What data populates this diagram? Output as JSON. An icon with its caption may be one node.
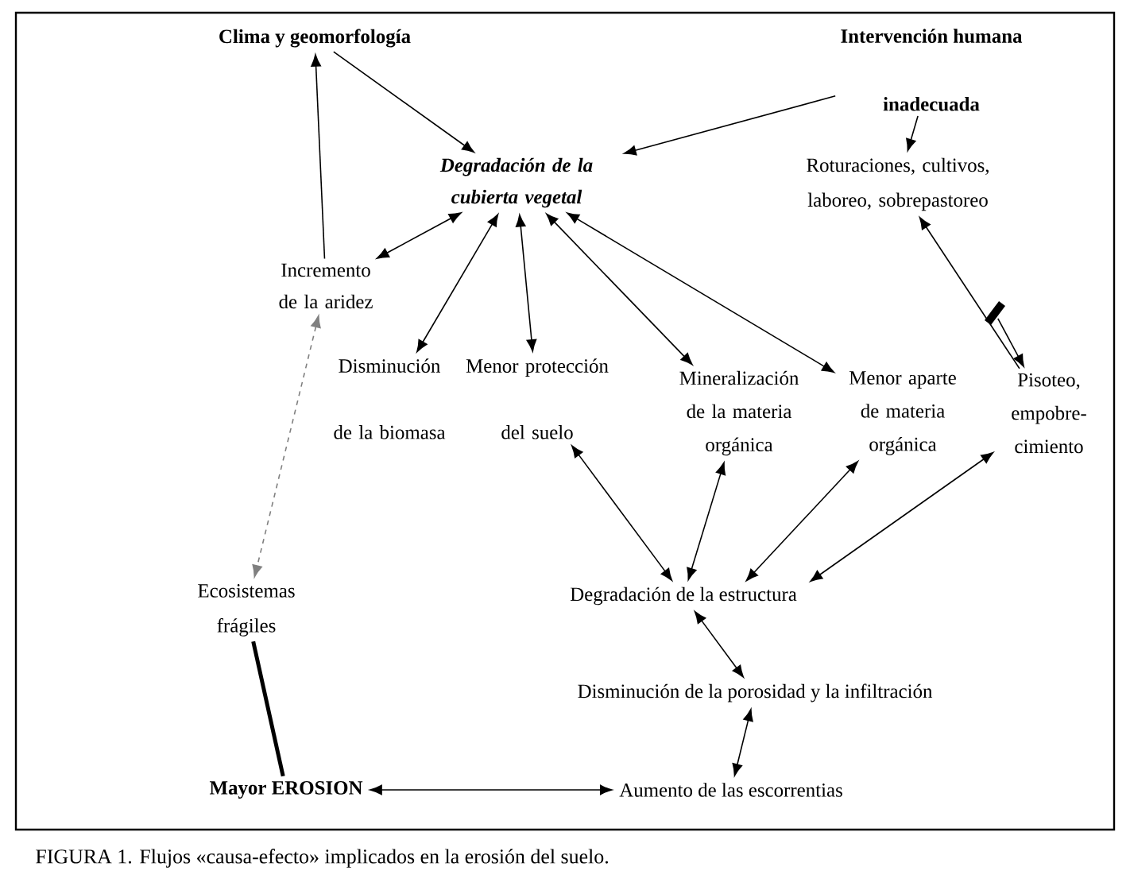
{
  "diagram": {
    "caption": "FIGURA 1. Flujos «causa-efecto» implicados en la erosión del suelo.",
    "nodes": [
      {
        "text": [
          "Clima y geomorfología"
        ]
      },
      {
        "text": [
          "Intervención humana",
          "inadecuada"
        ]
      },
      {
        "text": [
          "Degradación de la cubierta vegetal"
        ]
      },
      {
        "text": [
          "Roturaciones, cultivos, laboreo, sobrepastoreo"
        ]
      },
      {
        "text": [
          "Incremento de la aridez"
        ]
      },
      {
        "text": [
          "Disminución de la biomasa"
        ]
      },
      {
        "text": [
          "Menor protección del suelo"
        ]
      },
      {
        "text": [
          "Mineralización de la materia orgánica"
        ]
      },
      {
        "text": [
          "Menor aparte de materia orgánica"
        ]
      },
      {
        "text": [
          "Pisoteo, empobre-cimiento"
        ]
      },
      {
        "text": [
          "Ecosistemas frágiles"
        ]
      },
      {
        "text": [
          "Degradación de la estructura"
        ]
      },
      {
        "text": [
          "Disminución de la porosidad y la infiltración"
        ]
      },
      {
        "text": [
          "Mayor EROSION"
        ]
      },
      {
        "text": [
          "Aumento de las escorrentias"
        ]
      },
      {
        "text": [],
        "shape": "bar"
      }
    ],
    "edges": [
      {
        "from": 4,
        "to": 0,
        "arrow": "to"
      },
      {
        "from": 0,
        "to": 2,
        "arrow": "to"
      },
      {
        "from": 1,
        "to": 2,
        "arrow": "to"
      },
      {
        "from": 1,
        "to": 3,
        "arrow": "to"
      },
      {
        "from": 9,
        "to": 3,
        "arrow": "to"
      },
      {
        "from": 15,
        "to": 9,
        "arrow": "to"
      },
      {
        "from": 4,
        "to": 2,
        "arrow": "both"
      },
      {
        "from": 5,
        "to": 2,
        "arrow": "both"
      },
      {
        "from": 6,
        "to": 2,
        "arrow": "both"
      },
      {
        "from": 7,
        "to": 2,
        "arrow": "both"
      },
      {
        "from": 8,
        "to": 2,
        "arrow": "both"
      },
      {
        "from": 4,
        "to": 10,
        "arrow": "both",
        "style": "dashed",
        "color": "#808080"
      },
      {
        "from": 6,
        "to": 11,
        "arrow": "both"
      },
      {
        "from": 7,
        "to": 11,
        "arrow": "both"
      },
      {
        "from": 8,
        "to": 11,
        "arrow": "both"
      },
      {
        "from": 9,
        "to": 11,
        "arrow": "both"
      },
      {
        "from": 11,
        "to": 12,
        "arrow": "both"
      },
      {
        "from": 12,
        "to": 14,
        "arrow": "both"
      },
      {
        "from": 13,
        "to": 14,
        "arrow": "both"
      },
      {
        "from": 10,
        "to": 13,
        "arrow": "none",
        "style": "thick"
      }
    ]
  }
}
